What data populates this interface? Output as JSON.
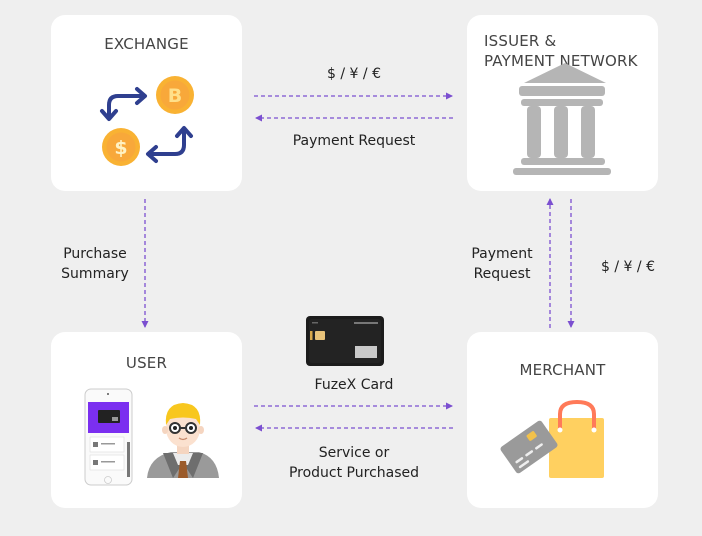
{
  "nodes": {
    "exchange": {
      "title": "EXCHANGE",
      "icon": "crypto-exchange-icon"
    },
    "issuer": {
      "title_line1": "ISSUER &",
      "title_line2": "PAYMENT NETWORK",
      "icon": "bank-icon"
    },
    "user": {
      "title": "USER",
      "icon": "user-with-phone-icon"
    },
    "merchant": {
      "title": "MERCHANT",
      "icon": "shopping-bag-card-icon"
    }
  },
  "flows": {
    "exchange_issuer_top": "$ / ¥ / €",
    "exchange_issuer_bottom": "Payment Request",
    "exchange_user_line1": "Purchase",
    "exchange_user_line2": "Summary",
    "merchant_issuer_left_line1": "Payment",
    "merchant_issuer_left_line2": "Request",
    "issuer_merchant_right": "$ / ¥ / €",
    "user_merchant_top": "FuzeX Card",
    "user_merchant_bottom_line1": "Service or",
    "user_merchant_bottom_line2": "Product Purchased"
  },
  "colors": {
    "arrow": "#7b4fd0",
    "coin": "#f9b233",
    "exchange_arrow": "#2f3f8f",
    "bank": "#b5b5b5",
    "bag": "#ffd060",
    "bag_handle": "#ff7a59",
    "card_gray": "#9a9a9a",
    "phone_purple": "#7b2ff0"
  }
}
